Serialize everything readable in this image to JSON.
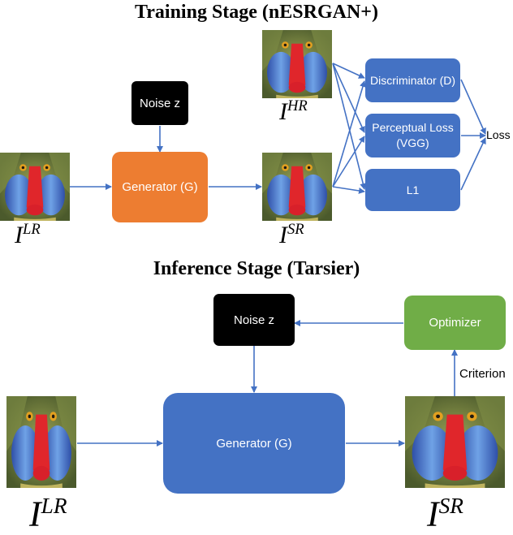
{
  "training": {
    "title": "Training Stage (nESRGAN+)",
    "noise": "Noise z",
    "generator": "Generator (G)",
    "discriminator": "Discriminator (D)",
    "perceptual": "Perceptual Loss (VGG)",
    "l1": "L1",
    "loss": "Loss",
    "lr_label": "I",
    "lr_sup": "LR",
    "hr_label": "I",
    "hr_sup": "HR",
    "sr_label": "I",
    "sr_sup": "SR"
  },
  "inference": {
    "title": "Inference Stage (Tarsier)",
    "noise": "Noise z",
    "optimizer": "Optimizer",
    "criterion": "Criterion",
    "generator": "Generator (G)",
    "lr_label": "I",
    "lr_sup": "LR",
    "sr_label": "I",
    "sr_sup": "SR"
  },
  "colors": {
    "orange": "#ED7D31",
    "blue": "#4472C4",
    "green": "#70AD47",
    "black": "#000000",
    "arrow": "#4472C4"
  }
}
